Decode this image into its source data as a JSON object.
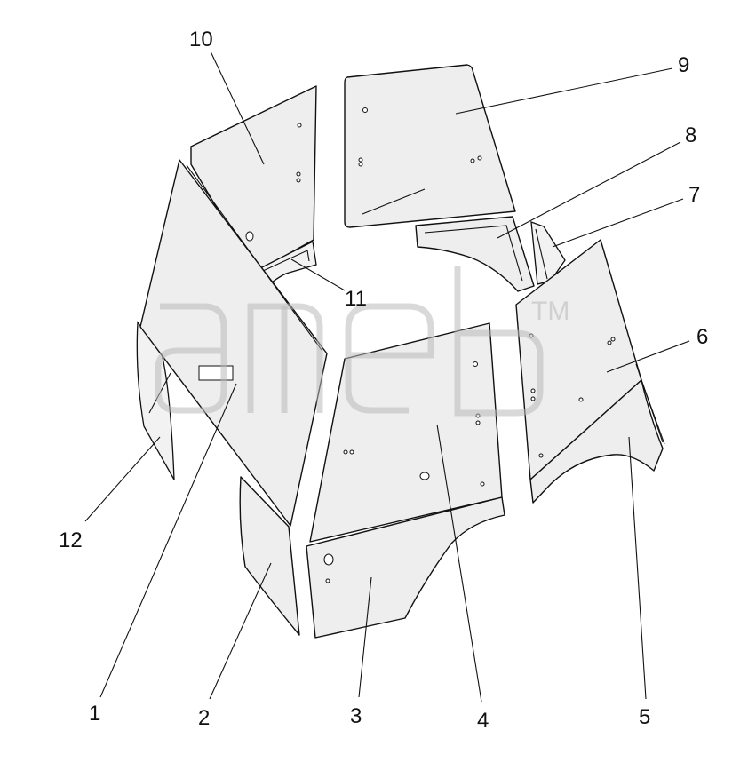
{
  "callouts": [
    {
      "id": "1",
      "label": "1"
    },
    {
      "id": "2",
      "label": "2"
    },
    {
      "id": "3",
      "label": "3"
    },
    {
      "id": "4",
      "label": "4"
    },
    {
      "id": "5",
      "label": "5"
    },
    {
      "id": "6",
      "label": "6"
    },
    {
      "id": "7",
      "label": "7"
    },
    {
      "id": "8",
      "label": "8"
    },
    {
      "id": "9",
      "label": "9"
    },
    {
      "id": "10",
      "label": "10"
    },
    {
      "id": "11",
      "label": "11"
    },
    {
      "id": "12",
      "label": "12"
    }
  ],
  "watermark": {
    "mark": "TM"
  },
  "colors": {
    "line": "#111111",
    "glass": "#eeeeee",
    "watermark": "#b9b9b9"
  }
}
